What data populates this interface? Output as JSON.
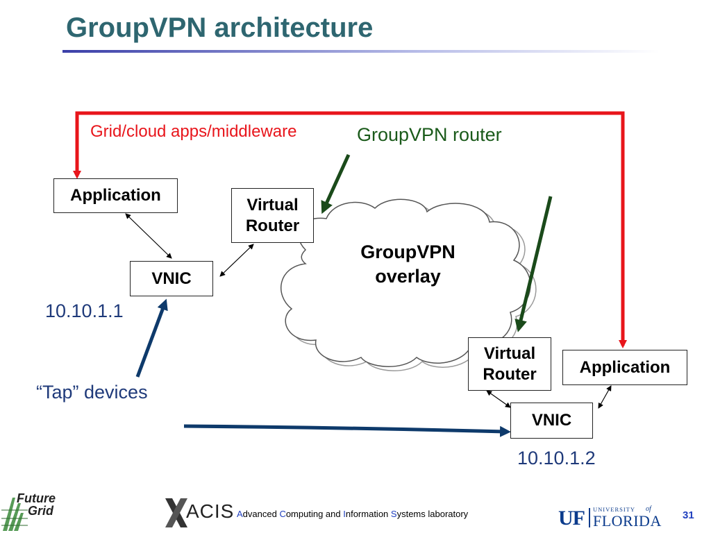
{
  "title": "GroupVPN architecture",
  "labels": {
    "apps": "Grid/cloud apps/middleware",
    "router": "GroupVPN router",
    "overlay_line1": "GroupVPN",
    "overlay_line2": "overlay",
    "ip1": "10.10.1.1",
    "ip2": "10.10.1.2",
    "tap": "“Tap” devices"
  },
  "boxes": {
    "application_left": "Application",
    "application_right": "Application",
    "vrouter_left_line1": "Virtual",
    "vrouter_left_line2": "Router",
    "vrouter_right_line1": "Virtual",
    "vrouter_right_line2": "Router",
    "vnic_left": "VNIC",
    "vnic_right": "VNIC"
  },
  "footer": {
    "logo_future": "Future",
    "logo_grid": "Grid",
    "acis": "ACIS",
    "lab_A": "A",
    "lab_dvanced": "dvanced ",
    "lab_C": "C",
    "lab_omputing": "omputing and ",
    "lab_I": "I",
    "lab_nformation": "nformation ",
    "lab_S": "S",
    "lab_ystems": "ystems laboratory",
    "uf_mark": "UF",
    "uf_university": "UNIVERSITY",
    "uf_of": "of",
    "uf_florida": "FLORIDA",
    "page_number": "31"
  },
  "colors": {
    "title": "#2e6670",
    "red_arrow": "#e8151b",
    "green_arrow": "#1a4a1a",
    "blue_arrow": "#0e3a6b",
    "router_label": "#1a5a1a",
    "ip_label": "#1f3a7a"
  }
}
